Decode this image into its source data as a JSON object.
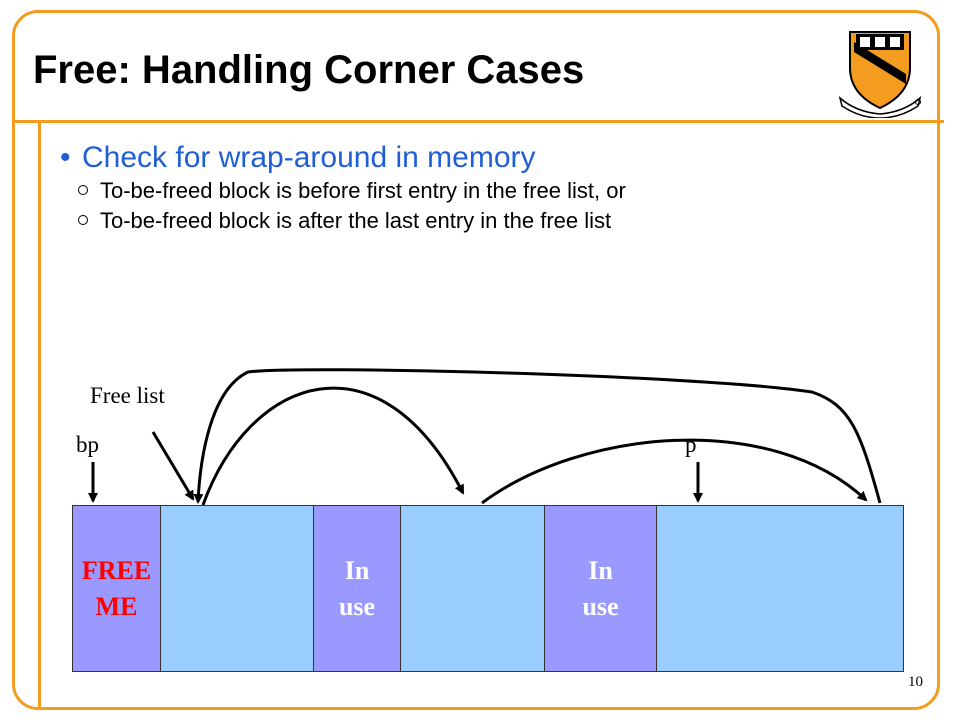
{
  "slide": {
    "title": "Free: Handling Corner Cases",
    "page_number": "10"
  },
  "bullets": {
    "main": "Check for wrap-around in memory",
    "sub": [
      "To-be-freed block is before first entry in the free list, or",
      "To-be-freed block is after the last entry in the free list"
    ]
  },
  "diagram": {
    "free_list_label": "Free list",
    "bp_label": "bp",
    "p_label": "p",
    "blocks": [
      {
        "label": "FREE\nME",
        "color": "#9999ff",
        "text_color": "#ff0000"
      },
      {
        "label": "",
        "color": "#99ccff"
      },
      {
        "label": "In\nuse",
        "color": "#9999ff",
        "text_color": "#ffffff"
      },
      {
        "label": "",
        "color": "#99ccff"
      },
      {
        "label": "In\nuse",
        "color": "#9999ff",
        "text_color": "#ffffff"
      },
      {
        "label": "",
        "color": "#99ccff"
      }
    ]
  },
  "colors": {
    "accent": "#f39c1f",
    "bullet_blue": "#1f5fd6"
  },
  "icons": {
    "logo": "princeton-shield-crest"
  }
}
